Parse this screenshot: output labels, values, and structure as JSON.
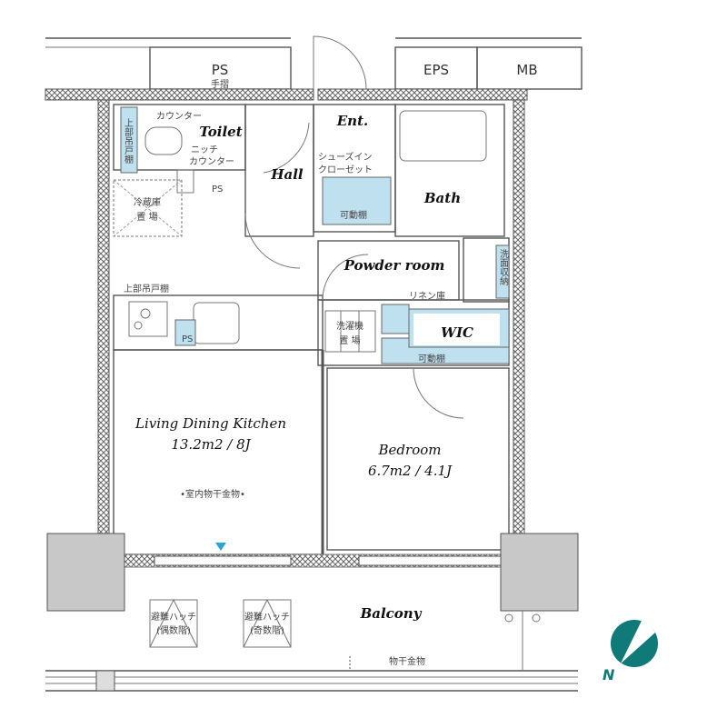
{
  "plan": {
    "top_labels": {
      "ps": "PS",
      "eps": "EPS",
      "mb": "MB"
    },
    "rooms": {
      "toilet": "Toilet",
      "hall": "Hall",
      "entrance": "Ent.",
      "bath": "Bath",
      "powder_room": "Powder room",
      "wic": "WIC",
      "ldk": "Living Dining Kitchen",
      "ldk_area": "13.2m2 / 8J",
      "bedroom": "Bedroom",
      "bedroom_area": "6.7m2 / 4.1J",
      "balcony": "Balcony"
    },
    "notes": {
      "handrail": "手摺",
      "counter": "カウンター",
      "upper_cabinet_left": "上部吊戸棚",
      "niche_counter_1": "ニッチ",
      "niche_counter_2": "カウンター",
      "inner_ps": "PS",
      "fridge_1": "冷蔵庫",
      "fridge_2": "置 場",
      "shoes_closet_1": "シューズイン",
      "shoes_closet_2": "クローゼット",
      "movable_shelf_ent": "可動棚",
      "kitchen_upper_cabinet": "上部吊戸棚",
      "kitchen_ps": "PS",
      "washer_1": "洗濯機",
      "washer_2": "置 場",
      "linen": "リネン庫",
      "movable_shelf_wic": "可動棚",
      "vanity_storage": "洗面収納",
      "indoor_drying": "•室内物干金物•",
      "hatch_even_1": "避難ハッチ",
      "hatch_even_2": "(偶数階)",
      "hatch_odd_1": "避難ハッチ",
      "hatch_odd_2": "(奇数階)",
      "drying_hardware": "物干金物"
    },
    "compass": {
      "label": "N",
      "color": "#0f7a78"
    },
    "colors": {
      "storage": "#bfe0ef",
      "column": "#c8c8c8",
      "marker": "#2aa6d6"
    }
  }
}
